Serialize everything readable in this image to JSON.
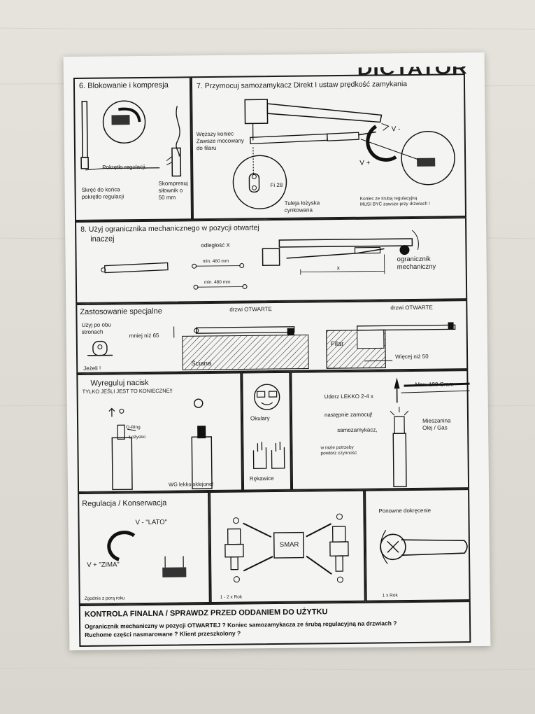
{
  "brand": {
    "logo_text": "DICTATOR"
  },
  "section6": {
    "title": "6. Blokowanie i kompresja",
    "knob_label": "Pokrętło regulacji.",
    "turn_text": "Skręć do końca\npokrętło regulacji",
    "compress_text": "Skompresuj\nsiłownik o\n50 mm"
  },
  "section7": {
    "title": "7. Przymocuj samozamykacz Direkt I ustaw prędkość zamykania",
    "narrow_end": "Węższy koniec\nZawsze mocowany\ndo filaru",
    "v_minus": "V -",
    "v_plus": "V +",
    "fi": "Fi 28",
    "sleeve": "Tuleja łożyska\ncynkowana",
    "note": "Koniec ze śrubą regulacyjną\nMUSI BYĆ zawsze przy drzwiach !"
  },
  "section8": {
    "title": "8. Użyj ogranicznika mechanicznego w pozycji otwartej",
    "otherwise": "inaczej",
    "distance": "odległość  X",
    "min460": "min. 460 mm",
    "min480": "min. 480 mm",
    "x": "x",
    "stopper": "ogranicznik\nmechaniczny"
  },
  "special": {
    "title": "Zastosowanie specjalne",
    "door_open_1": "drzwi OTWARTE",
    "door_open_2": "drzwi OTWARTE",
    "both_sides": "Użyj po obu\nstronach",
    "less_than": "mniej niż 65",
    "wall": "Ściana",
    "if": "Jeżeli !",
    "pillar": "Filar",
    "more_than": "Więcej niż 50"
  },
  "pressure": {
    "title": "Wyreguluj nacisk",
    "subtitle": "TYLKO JEŚLI JEST TO KONIECZNE!!",
    "oring": "O-Ring",
    "bearing": "Łożysko",
    "glued": "WG lekko sklejone!",
    "glasses": "Okulary",
    "gloves": "Rękawice",
    "tap": "Uderz LEKKO 2-4 x",
    "max": "Max. 100 Gram",
    "unlock": "następnie zamocuj!",
    "closer": "samozamykacz,",
    "repeat": "w razie potrzeby\npowtórz czynność",
    "mix": "Mieszanina\nOlej / Gas"
  },
  "maintenance": {
    "title": "Regulacja / Konserwacja",
    "v_minus_summer": "V -  \"LATO\"",
    "v_plus_winter": "V + \"ZIMA\"",
    "season": "Zgodnie z porą roku",
    "grease": "SMAR",
    "freq1": "1 - 2 x  Rok",
    "retighten": "Ponowne dokręcenie",
    "freq2": "1 x Rok"
  },
  "final": {
    "title": "KONTROLA FINALNA / SPRAWDZ PRZED ODDANIEM DO UŻYTKU",
    "line1": "Ogranicznik mechaniczny w pozycji OTWARTEJ ?  Koniec samozamykacza  ze śrubą  regulacyjną na drzwiach ?",
    "line2": "Ruchome części nasmarowane ? Klient przeszkolony ?"
  }
}
